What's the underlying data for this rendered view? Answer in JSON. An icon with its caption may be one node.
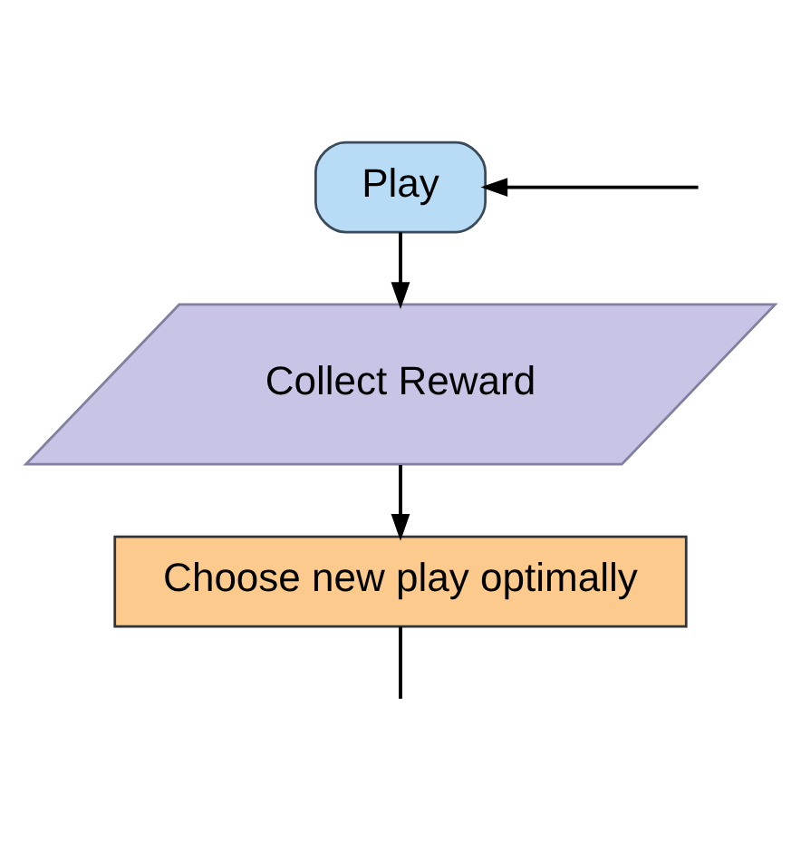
{
  "diagram": {
    "nodes": [
      {
        "text": [
          "Play"
        ]
      },
      {
        "text": [
          "Collect Reward"
        ]
      },
      {
        "text": [
          "Choose new play optimally"
        ]
      }
    ],
    "edges": [
      {
        "from": null,
        "to": 0,
        "arrow": "to"
      },
      {
        "from": 0,
        "to": 1,
        "arrow": "to"
      },
      {
        "from": 1,
        "to": 2,
        "arrow": "to"
      },
      {
        "from": 2,
        "to": null,
        "arrow": "none"
      }
    ]
  }
}
